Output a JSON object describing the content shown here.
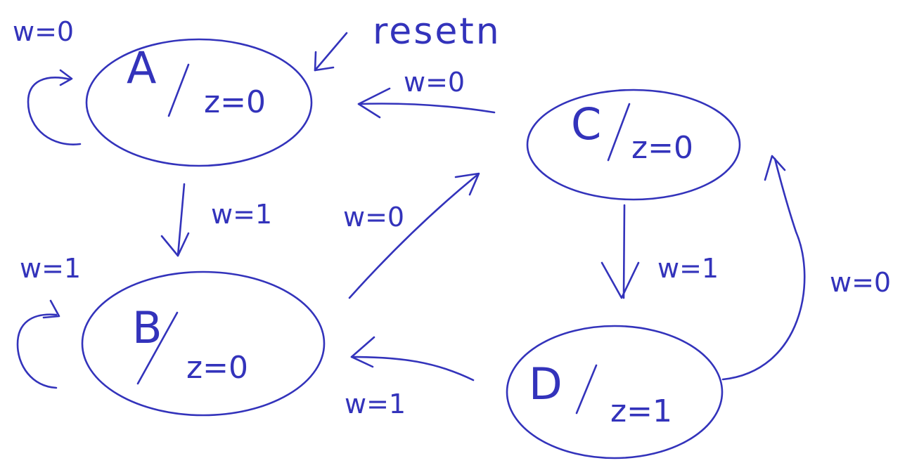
{
  "ink_color": "#3333bb",
  "states": {
    "A": {
      "name": "A",
      "output": "z=0"
    },
    "B": {
      "name": "B",
      "output": "z=0"
    },
    "C": {
      "name": "C",
      "output": "z=0"
    },
    "D": {
      "name": "D",
      "output": "z=1"
    }
  },
  "reset_label": "resetn",
  "transitions": {
    "a_self": "w=0",
    "a_to_b": "w=1",
    "b_self": "w=1",
    "b_to_c": "w=0",
    "c_to_a": "w=0",
    "c_to_d": "w=1",
    "d_to_b": "w=1",
    "d_to_c": "w=0"
  }
}
